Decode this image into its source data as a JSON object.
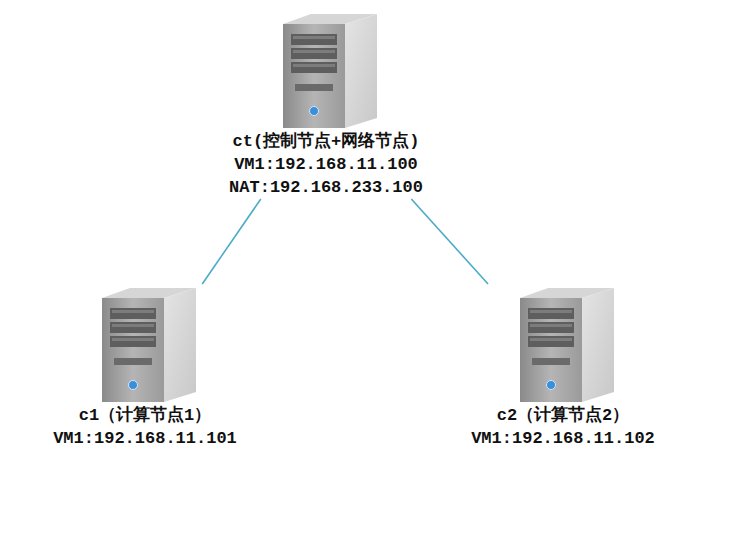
{
  "diagram": {
    "nodes": [
      {
        "text": [
          "ct(控制节点+网络节点)",
          "VM1:192.168.11.100",
          "NAT:192.168.233.100"
        ]
      },
      {
        "text": [
          "c1（计算节点1）",
          "VM1:192.168.11.101"
        ]
      },
      {
        "text": [
          "c2（计算节点2）",
          "VM1:192.168.11.102"
        ]
      }
    ],
    "edges": [
      {
        "from": 0,
        "to": 1,
        "arrow": "none"
      },
      {
        "from": 0,
        "to": 2,
        "arrow": "none"
      }
    ]
  }
}
